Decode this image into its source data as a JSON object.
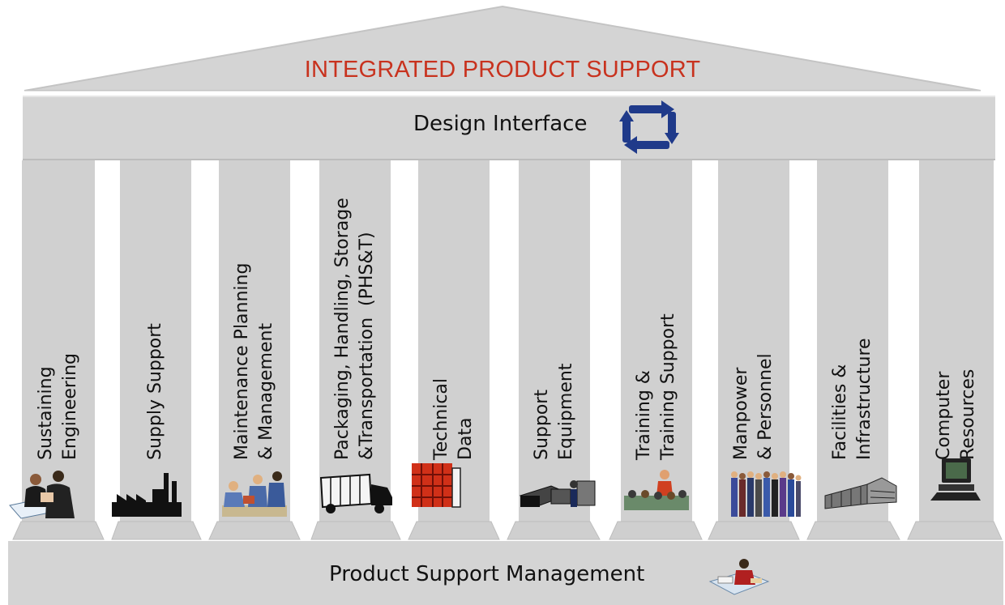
{
  "roof": {
    "title": "INTEGRATED PRODUCT SUPPORT"
  },
  "beam": {
    "label": "Design Interface",
    "icon": "cycle-arrows-icon"
  },
  "pillars": [
    {
      "label": "Sustaining\nEngineering",
      "icon": "engineers-icon"
    },
    {
      "label": "Supply Support",
      "icon": "factory-icon"
    },
    {
      "label": "Maintenance Planning\n& Management",
      "icon": "maintenance-workers-icon"
    },
    {
      "label": "Packaging, Handling, Storage\n&Transportation  (PHS&T)",
      "icon": "truck-icon"
    },
    {
      "label": "Technical\nData",
      "icon": "storage-racks-icon"
    },
    {
      "label": "Support\nEquipment",
      "icon": "equipment-icon"
    },
    {
      "label": "Training &\nTraining Support",
      "icon": "classroom-icon"
    },
    {
      "label": "Manpower\n& Personnel",
      "icon": "people-icon"
    },
    {
      "label": "Facilities &\nInfrastructure",
      "icon": "buildings-icon"
    },
    {
      "label": "Computer\nResources",
      "icon": "computer-icon"
    }
  ],
  "foundation": {
    "label": "Product Support Management",
    "icon": "desk-worker-icon"
  },
  "colors": {
    "title": "#c8321e",
    "stone": "#d0d0d0",
    "icon_blue": "#1f3a8a"
  }
}
